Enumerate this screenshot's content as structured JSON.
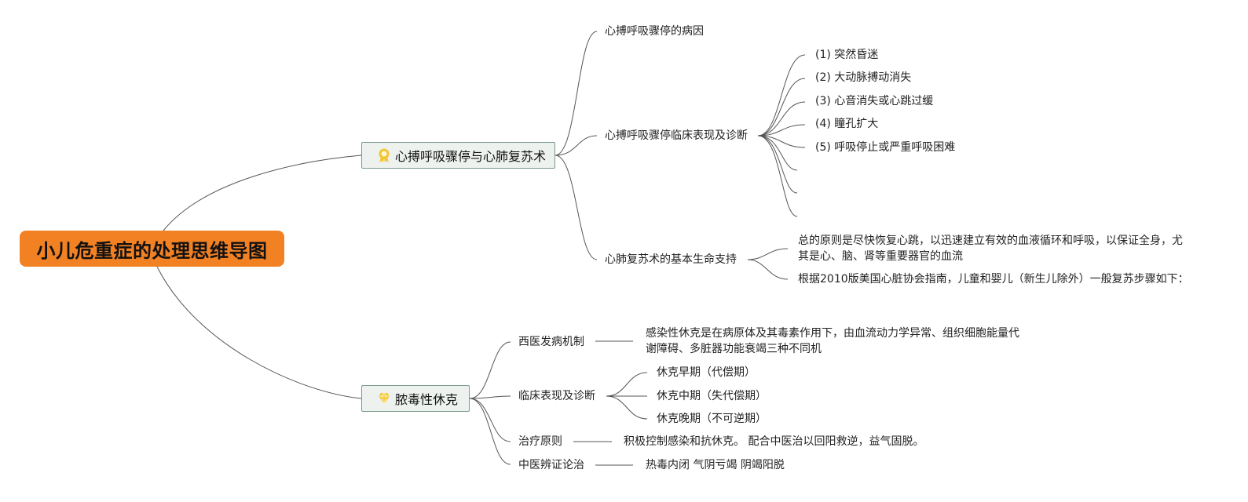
{
  "root": {
    "label": "小儿危重症的处理思维导图"
  },
  "branch1": {
    "label": "心搏呼吸骤停与心肺复苏术",
    "icon": "award-ribbon-icon",
    "children": [
      {
        "label": "心搏呼吸骤停的病因"
      },
      {
        "label": "心搏呼吸骤停临床表现及诊断",
        "items": [
          "(1) 突然昏迷",
          "(2) 大动脉搏动消失",
          "(3) 心音消失或心跳过缓",
          "(4) 瞳孔扩大",
          "(5) 呼吸停止或严重呼吸困难"
        ]
      },
      {
        "label": "心肺复苏术的基本生命支持",
        "items": [
          "总的原则是尽快恢复心跳，以迅速建立有效的血液循环和呼吸，以保证全身，尤其是心、脑、肾等重要器官的血流",
          "根据2010版美国心脏协会指南，儿童和婴儿（新生儿除外）一般复苏步骤如下："
        ]
      }
    ]
  },
  "branch2": {
    "label": "脓毒性休克",
    "icon": "diamond-icon",
    "children": [
      {
        "label": "西医发病机制",
        "detail": "感染性休克是在病原体及其毒素作用下，由血流动力学异常、组织细胞能量代谢障碍、多脏器功能衰竭三种不同机"
      },
      {
        "label": "临床表现及诊断",
        "items": [
          "休克早期（代偿期）",
          "休克中期（失代偿期）",
          "休克晚期（不可逆期）"
        ]
      },
      {
        "label": "治疗原则",
        "detail": "积极控制感染和抗休克。 配合中医治以回阳救逆，益气固脱。"
      },
      {
        "label": "中医辨证论治",
        "detail": "热毒内闭 气阴亏竭 阴竭阳脱"
      }
    ]
  },
  "colors": {
    "root": "#f28124",
    "branch_fill": "#eef2ee",
    "branch_border": "#7a9a8a",
    "icon_gold": "#f3c531",
    "line": "#555555"
  }
}
